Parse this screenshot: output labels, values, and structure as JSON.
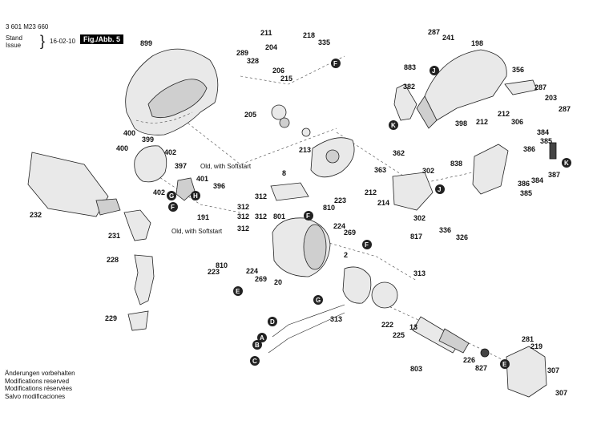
{
  "header": {
    "doc_number": "3 601 M23 660",
    "stand_label": "Stand",
    "issue_label": "Issue",
    "date": "16-02-10",
    "fig_label": "Fig./Abb. 5"
  },
  "notes": [
    "Änderungen vorbehalten",
    "Modifications reserved",
    "Modifications réservées",
    "Salvo modificaciones"
  ],
  "annotations": {
    "old_softstart_1": "Old, with Softstart",
    "old_softstart_2": "Old, with Softstart"
  },
  "parts": [
    "899",
    "211",
    "218",
    "335",
    "289",
    "328",
    "204",
    "206",
    "215",
    "205",
    "213",
    "287",
    "241",
    "198",
    "883",
    "382",
    "356",
    "287",
    "203",
    "287",
    "398",
    "212",
    "212",
    "306",
    "400",
    "399",
    "400",
    "402",
    "397",
    "396",
    "401",
    "402",
    "191",
    "8",
    "312",
    "312",
    "312",
    "312",
    "312",
    "223",
    "810",
    "801",
    "362",
    "363",
    "302",
    "212",
    "214",
    "302",
    "817",
    "336",
    "326",
    "838",
    "386",
    "384",
    "385",
    "386",
    "384",
    "387",
    "385",
    "232",
    "231",
    "228",
    "229",
    "2",
    "810",
    "223",
    "224",
    "224",
    "269",
    "20",
    "269",
    "313",
    "313",
    "222",
    "225",
    "13",
    "803",
    "226",
    "827",
    "281",
    "219",
    "307",
    "307"
  ],
  "callouts": [
    "F",
    "J",
    "K",
    "G",
    "H",
    "F",
    "F",
    "F",
    "E",
    "G",
    "D",
    "A",
    "B",
    "C",
    "E",
    "J",
    "K"
  ]
}
